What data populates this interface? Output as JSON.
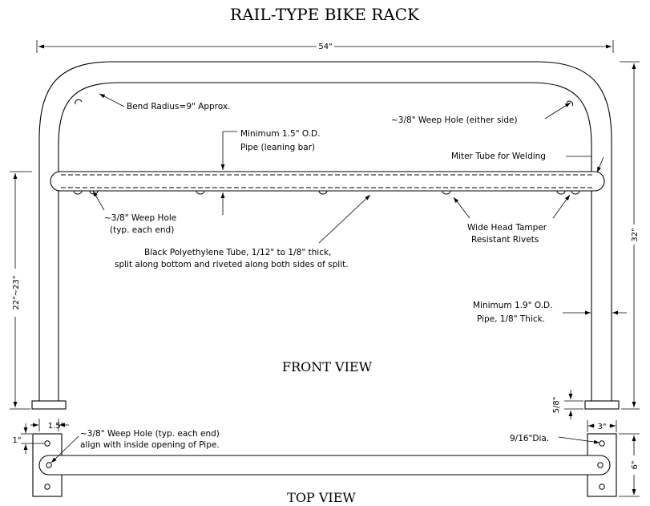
{
  "title": "RAIL-TYPE BIKE RACK",
  "views": {
    "front": "FRONT VIEW",
    "top": "TOP VIEW"
  },
  "dimensions": {
    "width": "54\"",
    "height": "32\"",
    "bar_height": "22\"~23\"",
    "top_15": "1.5\"",
    "top_1": "1\"",
    "plate_3": "3\"",
    "plate_6": "6\"",
    "plate_58": "5/8\""
  },
  "callouts": {
    "bend_radius": "Bend Radius=9\" Approx.",
    "weep_hole_side": "~3/8\" Weep Hole (either side)",
    "min_pipe_1": "Minimum 1.5\" O.D.",
    "min_pipe_2": "Pipe (leaning bar)",
    "miter": "Miter Tube for Welding",
    "weep_end_1": "~3/8\" Weep Hole",
    "weep_end_2": "(typ. each end)",
    "rivets_1": "Wide Head Tamper",
    "rivets_2": "Resistant Rivets",
    "tube_1": "Black Polyethylene Tube, 1/12\" to 1/8\" thick,",
    "tube_2": "split along bottom and riveted along both sides of split.",
    "pipe19_1": "Minimum 1.9\" O.D.",
    "pipe19_2": "Pipe, 1/8\" Thick.",
    "top_weep_1": "~3/8\" Weep Hole (typ. each end)",
    "top_weep_2": "align with inside opening of Pipe.",
    "dia": "9/16\"Dia."
  }
}
